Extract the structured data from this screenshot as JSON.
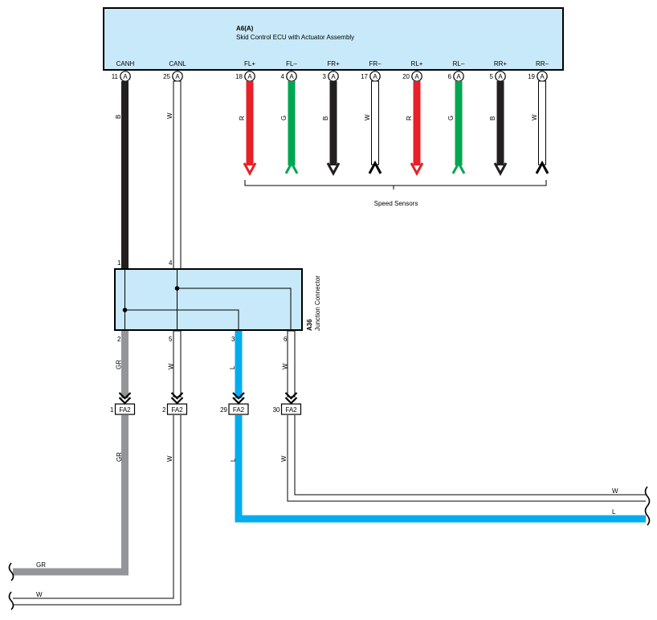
{
  "ecu": {
    "code": "A6(A)",
    "name": "Skid Control ECU with Actuator Assembly",
    "connector_letter": "A",
    "terminals": [
      {
        "pin": "11",
        "name": "CANH"
      },
      {
        "pin": "25",
        "name": "CANL"
      },
      {
        "pin": "18",
        "name": "FL+"
      },
      {
        "pin": "4",
        "name": "FL–"
      },
      {
        "pin": "3",
        "name": "FR+"
      },
      {
        "pin": "17",
        "name": "FR–"
      },
      {
        "pin": "20",
        "name": "RL+"
      },
      {
        "pin": "6",
        "name": "RL–"
      },
      {
        "pin": "5",
        "name": "RR+"
      },
      {
        "pin": "19",
        "name": "RR–"
      }
    ]
  },
  "sensor_wires": [
    {
      "color_code": "R",
      "color": "#e8202a"
    },
    {
      "color_code": "G",
      "color": "#00a651"
    },
    {
      "color_code": "B",
      "color": "#231f20"
    },
    {
      "color_code": "W",
      "color": "#ffffff"
    },
    {
      "color_code": "R",
      "color": "#e8202a"
    },
    {
      "color_code": "G",
      "color": "#00a651"
    },
    {
      "color_code": "B",
      "color": "#231f20"
    },
    {
      "color_code": "W",
      "color": "#ffffff"
    }
  ],
  "speed_sensors_label": "Speed Sensors",
  "can_wires": [
    {
      "color_code": "B",
      "color": "#231f20"
    },
    {
      "color_code": "W",
      "color": "#ffffff"
    }
  ],
  "junction": {
    "code": "A36",
    "name": "Junction Connector",
    "top_pins": [
      "1",
      "4"
    ],
    "bottom_pins": [
      "2",
      "5",
      "3",
      "6"
    ]
  },
  "junction_out_wires": [
    {
      "color_code": "GR",
      "color": "#939598"
    },
    {
      "color_code": "W",
      "color": "#ffffff"
    },
    {
      "color_code": "L",
      "color": "#00aeef"
    },
    {
      "color_code": "W",
      "color": "#ffffff"
    }
  ],
  "fa2_connectors": [
    {
      "pin": "1",
      "code": "FA2"
    },
    {
      "pin": "2",
      "code": "FA2"
    },
    {
      "pin": "29",
      "code": "FA2"
    },
    {
      "pin": "30",
      "code": "FA2"
    }
  ],
  "below_fa2_labels": [
    "GR",
    "W",
    "L",
    "W"
  ],
  "exit_labels": {
    "right_upper": "W",
    "right_lower": "L",
    "left_upper": "GR",
    "left_lower": "W"
  },
  "colors": {
    "ecu_fill": "#c8e9f9",
    "junction_fill": "#c8e9f9",
    "outline": "#000000"
  }
}
